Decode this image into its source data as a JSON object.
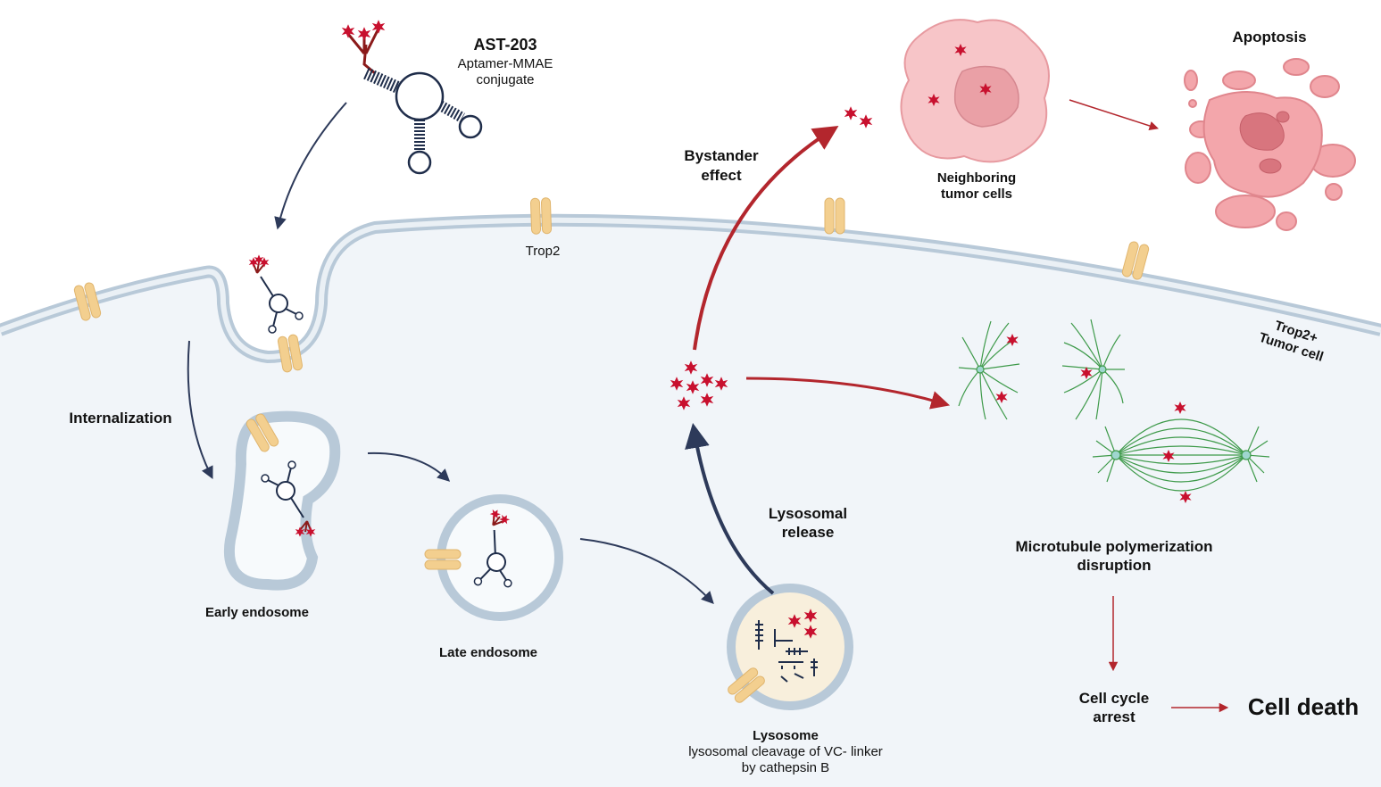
{
  "colors": {
    "cell_fill": "#f1f5f9",
    "membrane": "#b8c9d8",
    "receptor": "#f3cf8f",
    "drug": "#c8102e",
    "aptamer": "#1f2d4a",
    "arrow_dark": "#2d3a5a",
    "arrow_red": "#b3262d",
    "microtubule": "#3e9a4a",
    "tumor_cell": "#f3a6ab",
    "lysosome_fill": "#f8efdc"
  },
  "labels": {
    "ast_title": "AST-203",
    "ast_sub1": "Aptamer-MMAE",
    "ast_sub2": "conjugate",
    "trop2": "Trop2",
    "internalization": "Internalization",
    "early_endosome": "Early endosome",
    "late_endosome": "Late endosome",
    "lysosome_title": "Lysosome",
    "lysosome_sub1": "lysosomal cleavage of VC- linker",
    "lysosome_sub2": "by cathepsin B",
    "lysosomal_release1": "Lysosomal",
    "lysosomal_release2": "release",
    "bystander1": "Bystander",
    "bystander2": "effect",
    "neighboring1": "Neighboring",
    "neighboring2": "tumor cells",
    "apoptosis": "Apoptosis",
    "tumor_cell1": "Trop2+",
    "tumor_cell2": "Tumor cell",
    "microtubule1": "Microtubule polymerization",
    "microtubule2": "disruption",
    "cell_cycle1": "Cell cycle",
    "cell_cycle2": "arrest",
    "cell_death": "Cell death"
  },
  "icons": [
    "aptamer-drug-conjugate-icon",
    "trop2-receptor-icon",
    "mmae-payload-icon",
    "mitotic-spindle-icon",
    "tumor-cell-icon",
    "apoptotic-cell-icon"
  ]
}
